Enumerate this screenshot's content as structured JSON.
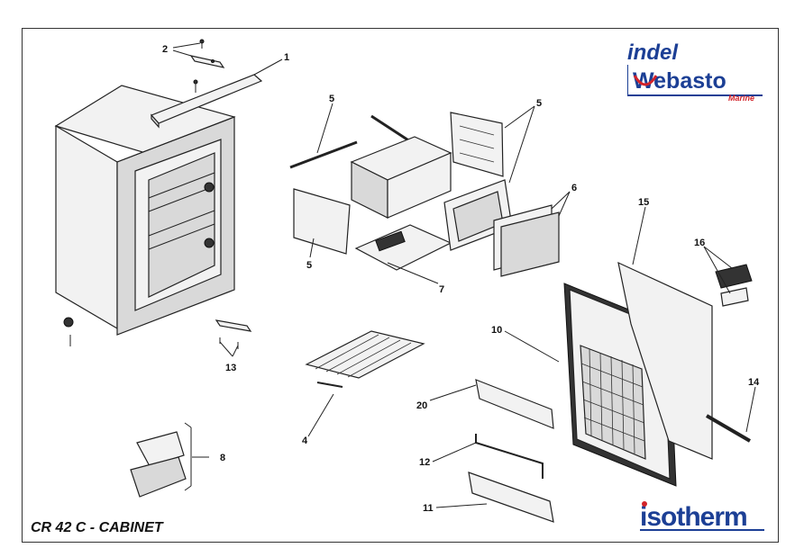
{
  "title": "CR 42 C - CABINET",
  "brand": {
    "line1": "indel",
    "line2": "Webasto",
    "line3": "Marine",
    "footer": "isotherm",
    "color_blue": "#1c3f95",
    "color_red": "#d2232a"
  },
  "labels": {
    "p1": "1",
    "p2": "2",
    "p4": "4",
    "p5a": "5",
    "p5b": "5",
    "p5c": "5",
    "p6": "6",
    "p7": "7",
    "p8": "8",
    "p10": "10",
    "p11": "11",
    "p12": "12",
    "p13": "13",
    "p14": "14",
    "p15": "15",
    "p16": "16",
    "p20": "20"
  }
}
